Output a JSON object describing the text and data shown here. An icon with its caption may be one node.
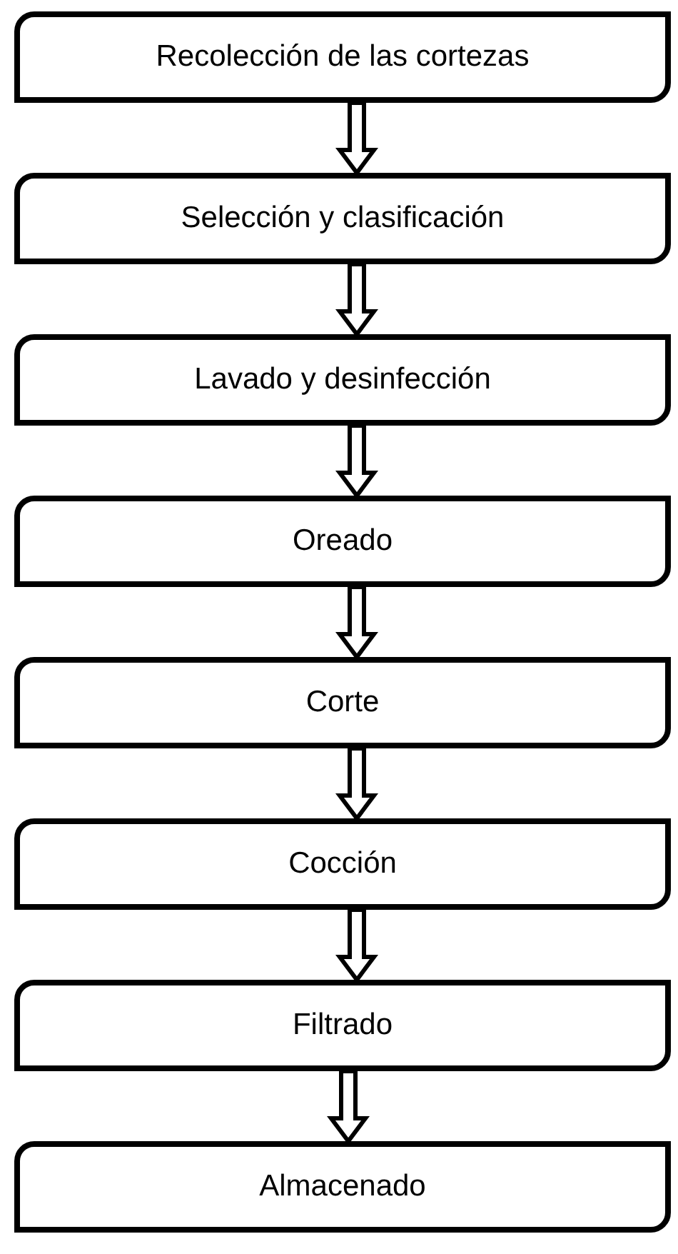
{
  "diagram": {
    "nodes": [
      {
        "text": [
          "Recolección de las cortezas"
        ]
      },
      {
        "text": [
          "Selección y clasificación"
        ]
      },
      {
        "text": [
          "Lavado y desinfección"
        ]
      },
      {
        "text": [
          "Oreado"
        ]
      },
      {
        "text": [
          "Corte"
        ]
      },
      {
        "text": [
          "Cocción"
        ]
      },
      {
        "text": [
          "Filtrado"
        ]
      },
      {
        "text": [
          "Almacenado"
        ]
      }
    ],
    "edges": [
      {
        "from": 0,
        "to": 1,
        "arrow": "to"
      },
      {
        "from": 1,
        "to": 2,
        "arrow": "to"
      },
      {
        "from": 2,
        "to": 3,
        "arrow": "to"
      },
      {
        "from": 3,
        "to": 4,
        "arrow": "to"
      },
      {
        "from": 4,
        "to": 5,
        "arrow": "to"
      },
      {
        "from": 5,
        "to": 6,
        "arrow": "to"
      },
      {
        "from": 6,
        "to": 7,
        "arrow": "to"
      }
    ]
  }
}
